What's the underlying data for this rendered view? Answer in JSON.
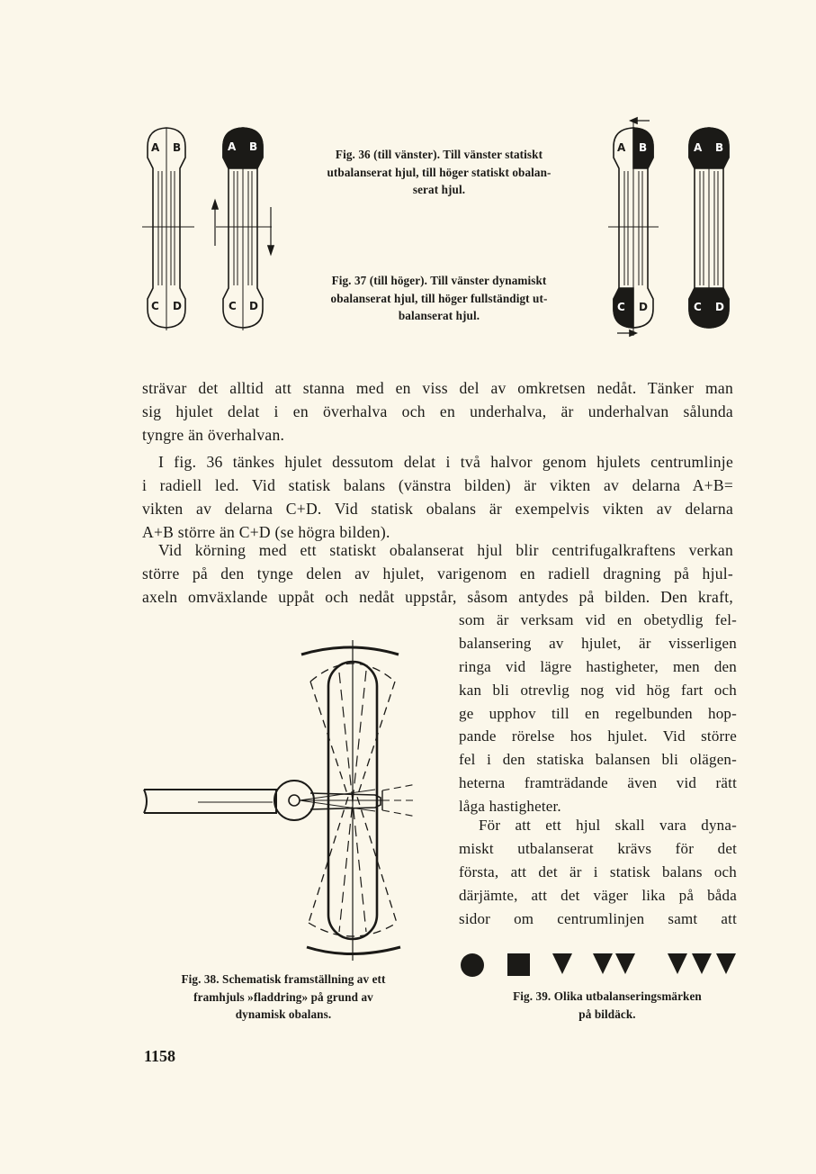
{
  "page_number": "1158",
  "tyre_letters": {
    "a": "A",
    "b": "B",
    "c": "C",
    "d": "D"
  },
  "captions": {
    "fig36": [
      "Fig. 36 (till vänster). Till vänster statiskt",
      "utbalanserat hjul, till höger statiskt obalan-",
      "serat hjul."
    ],
    "fig37": [
      "Fig. 37 (till höger). Till vänster dynamiskt",
      "obalanserat hjul, till höger fullständigt ut-",
      "balanserat hjul."
    ],
    "fig38": [
      "Fig. 38. Schematisk framställning av ett",
      "framhjuls »fladdring» på grund av",
      "dynamisk obalans."
    ],
    "fig39": [
      "Fig. 39. Olika utbalanseringsmärken",
      "på bildäck."
    ]
  },
  "paragraphs": {
    "p1": [
      "strävar det alltid att stanna med en viss del av omkretsen nedåt. Tänker man",
      "sig hjulet delat i en överhalva och en underhalva, är underhalvan sålunda",
      "tyngre än överhalvan."
    ],
    "p2": [
      "I fig. 36 tänkes hjulet dessutom delat i två halvor genom hjulets centrumlinje",
      "i radiell led. Vid statisk balans (vänstra bilden) är vikten av delarna A+B=",
      "vikten av delarna C+D. Vid statisk obalans är exempelvis vikten av delarna",
      "A+B större än C+D (se högra bilden)."
    ],
    "p3": [
      "Vid körning med ett statiskt obalanserat hjul blir centrifugalkraftens verkan",
      "större på den tynge delen av hjulet, varigenom en radiell dragning på hjul-",
      "axeln omväxlande uppåt och nedåt uppstår, såsom antydes på bilden. Den kraft,"
    ],
    "p3_narrow": [
      "som är verksam vid en obetydlig fel-",
      "balansering av hjulet, är visserligen",
      "ringa vid lägre hastigheter, men den",
      "kan bli otrevlig nog vid hög fart och",
      "ge upphov till en regelbunden hop-",
      "pande rörelse hos hjulet. Vid större",
      "fel i den statiska balansen bli olägen-",
      "heterna framträdande även vid rätt",
      "låga hastigheter."
    ],
    "p4_narrow": [
      "För att ett hjul skall vara dyna-",
      "miskt utbalanserat krävs för det",
      "första, att det är i statisk balans och",
      "därjämte, att det väger lika på båda",
      "sidor om centrumlinjen samt att"
    ]
  }
}
